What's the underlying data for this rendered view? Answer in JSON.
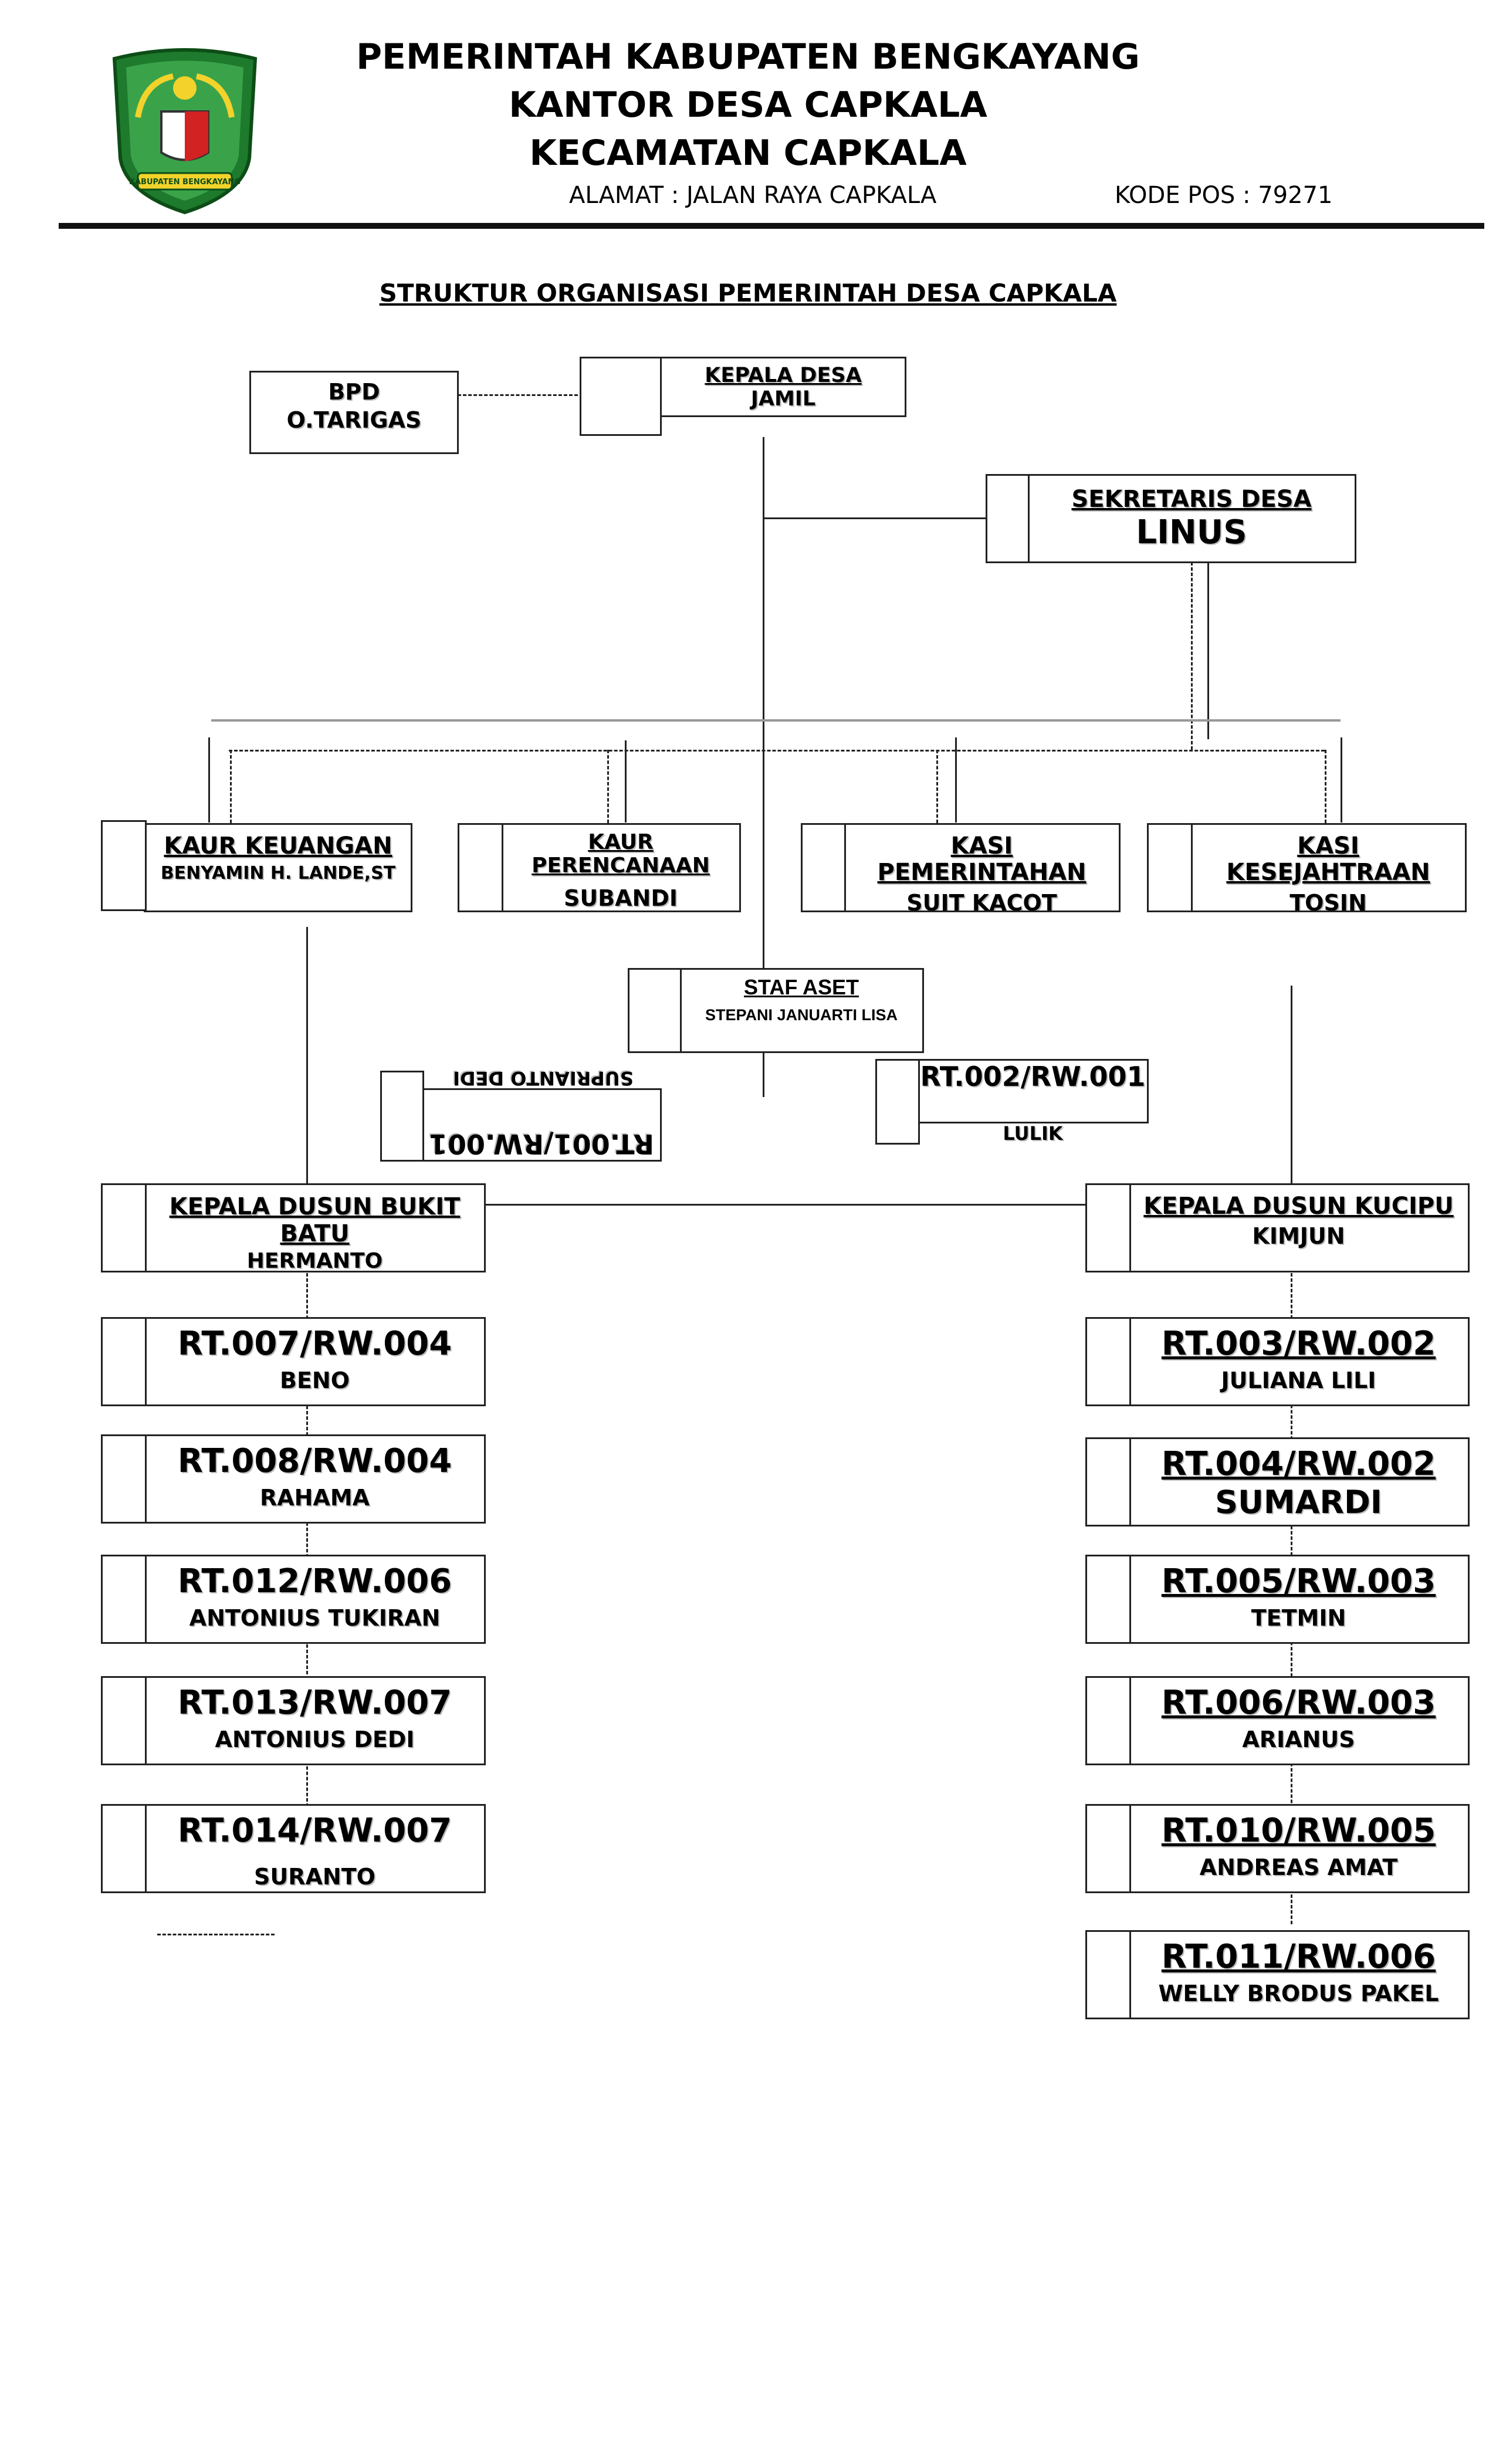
{
  "header": {
    "line1": "PEMERINTAH KABUPATEN BENGKAYANG",
    "line2": "KANTOR DESA CAPKALA",
    "line3": "KECAMATAN CAPKALA",
    "address": "ALAMAT : JALAN RAYA CAPKALA",
    "postcode": "KODE POS : 79271",
    "logo_text": "KABUPATEN BENGKAYANG"
  },
  "title": "STRUKTUR ORGANISASI PEMERINTAH DESA CAPKALA",
  "bpd": {
    "title": "BPD",
    "name": "O.TARIGAS"
  },
  "kepala_desa": {
    "title": "KEPALA DESA",
    "name": "JAMIL"
  },
  "sekretaris": {
    "title": "SEKRETARIS DESA",
    "name": "LINUS"
  },
  "kaur_keuangan": {
    "title": "KAUR KEUANGAN",
    "name": "BENYAMIN H. LANDE,ST"
  },
  "kaur_perencanaan": {
    "title": "KAUR PERENCANAAN",
    "name": "SUBANDI"
  },
  "kasi_pemerintahan": {
    "title": "KASI PEMERINTAHAN",
    "name": "SUIT KACOT"
  },
  "kasi_kesejahtraan": {
    "title": "KASI KESEJAHTRAAN",
    "name": "TOSIN"
  },
  "staf_aset": {
    "title": "STAF ASET",
    "name": "STEPANI JANUARTI LISA"
  },
  "rt001": {
    "title": "RT.001/RW.001",
    "name": "SUPRIANTO DEDI"
  },
  "rt002": {
    "title": "RT.002/RW.001",
    "name": "LULIK"
  },
  "dusun_bukit_batu": {
    "title": "KEPALA DUSUN BUKIT BATU",
    "name": "HERMANTO"
  },
  "dusun_kucipu": {
    "title": "KEPALA DUSUN KUCIPU",
    "name": "KIMJUN"
  },
  "left_rts": [
    {
      "title": "RT.007/RW.004",
      "name": "BENO"
    },
    {
      "title": "RT.008/RW.004",
      "name": "RAHAMA"
    },
    {
      "title": "RT.012/RW.006",
      "name": "ANTONIUS TUKIRAN"
    },
    {
      "title": "RT.013/RW.007",
      "name": "ANTONIUS DEDI"
    },
    {
      "title": "RT.014/RW.007",
      "name": "SURANTO"
    }
  ],
  "right_rts": [
    {
      "title": "RT.003/RW.002",
      "name": "JULIANA LILI"
    },
    {
      "title": "RT.004/RW.002",
      "name": "SUMARDI"
    },
    {
      "title": "RT.005/RW.003",
      "name": "TETMIN"
    },
    {
      "title": "RT.006/RW.003",
      "name": "ARIANUS"
    },
    {
      "title": "RT.010/RW.005",
      "name": "ANDREAS AMAT"
    },
    {
      "title": "RT.011/RW.006",
      "name": "WELLY BRODUS PAKEL"
    }
  ]
}
